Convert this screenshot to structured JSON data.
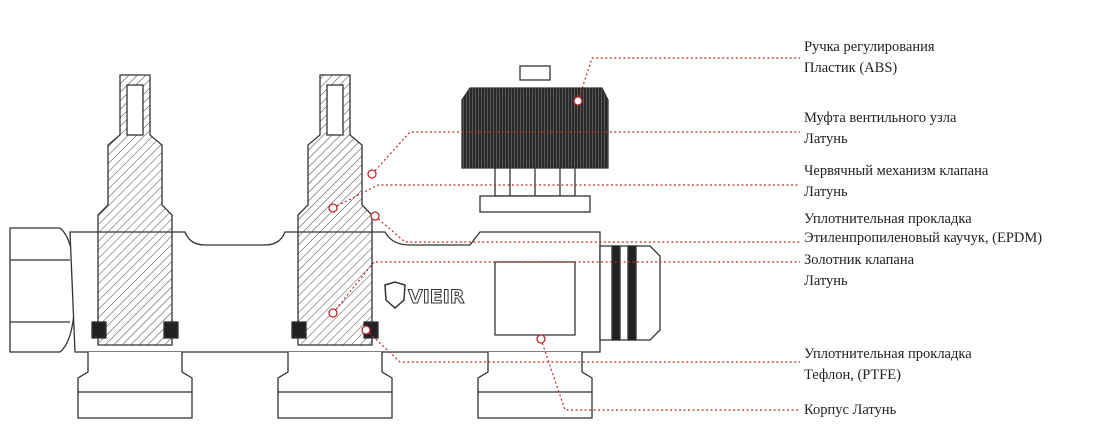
{
  "brand": "VIEIR",
  "leader_color": "#c0282d",
  "callouts": [
    {
      "id": "handle",
      "title": "Ручка регулирования",
      "material": "Пластик (ABS)"
    },
    {
      "id": "coupling",
      "title": "Муфта вентильного узла",
      "material": "Латунь"
    },
    {
      "id": "worm",
      "title": "Червячный механизм клапана",
      "material": "Латунь"
    },
    {
      "id": "seal-epdm",
      "title": "Уплотнительная прокладка",
      "material": "Этиленпропиленовый каучук, (EPDM)"
    },
    {
      "id": "spool",
      "title": "Золотник клапана",
      "material": "Латунь"
    },
    {
      "id": "seal-ptfe",
      "title": "Уплотнительная прокладка",
      "material": "Тефлон, (PTFE)"
    },
    {
      "id": "body",
      "title": "Корпус Латунь"
    }
  ]
}
